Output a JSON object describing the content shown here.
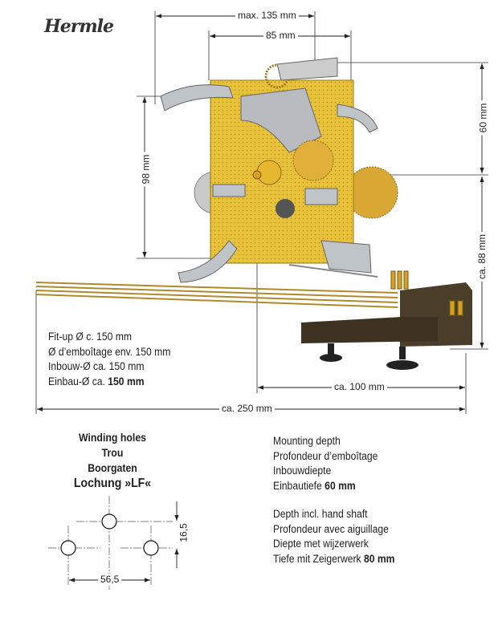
{
  "logo": "Hermle",
  "dimensions": {
    "max_width": "max. 135 mm",
    "plate_width": "85 mm",
    "height": "98 mm",
    "upper_height": "60 mm",
    "lower_height": "ca. 88 mm",
    "depth_100": "ca. 100 mm",
    "total_250": "ca. 250 mm"
  },
  "fitup": {
    "lines": [
      "Fit-up Ø c. 150 mm",
      "Ø d’emboîtage env. 150 mm",
      "Inbouw-Ø ca. 150 mm"
    ],
    "last_prefix": "Einbau-Ø ca. ",
    "last_bold": "150 mm"
  },
  "winding": {
    "titles": [
      "Winding holes",
      "Trou",
      "Boorgaten",
      "Lochung »LF«"
    ],
    "vertical_dim": "16,5",
    "horizontal_dim": "56,5"
  },
  "mounting": {
    "lines": [
      "Mounting depth",
      "Profondeur d’emboîtage",
      "Inbouwdiepte"
    ],
    "last_prefix": "Einbautiefe ",
    "last_bold": "60 mm"
  },
  "depth_shaft": {
    "lines": [
      "Depth incl. hand shaft",
      "Profondeur avec aiguillage",
      "Diepte met wijzerwerk"
    ],
    "last_prefix": "Tiefe mit Zeigerwerk ",
    "last_bold": "80 mm"
  }
}
